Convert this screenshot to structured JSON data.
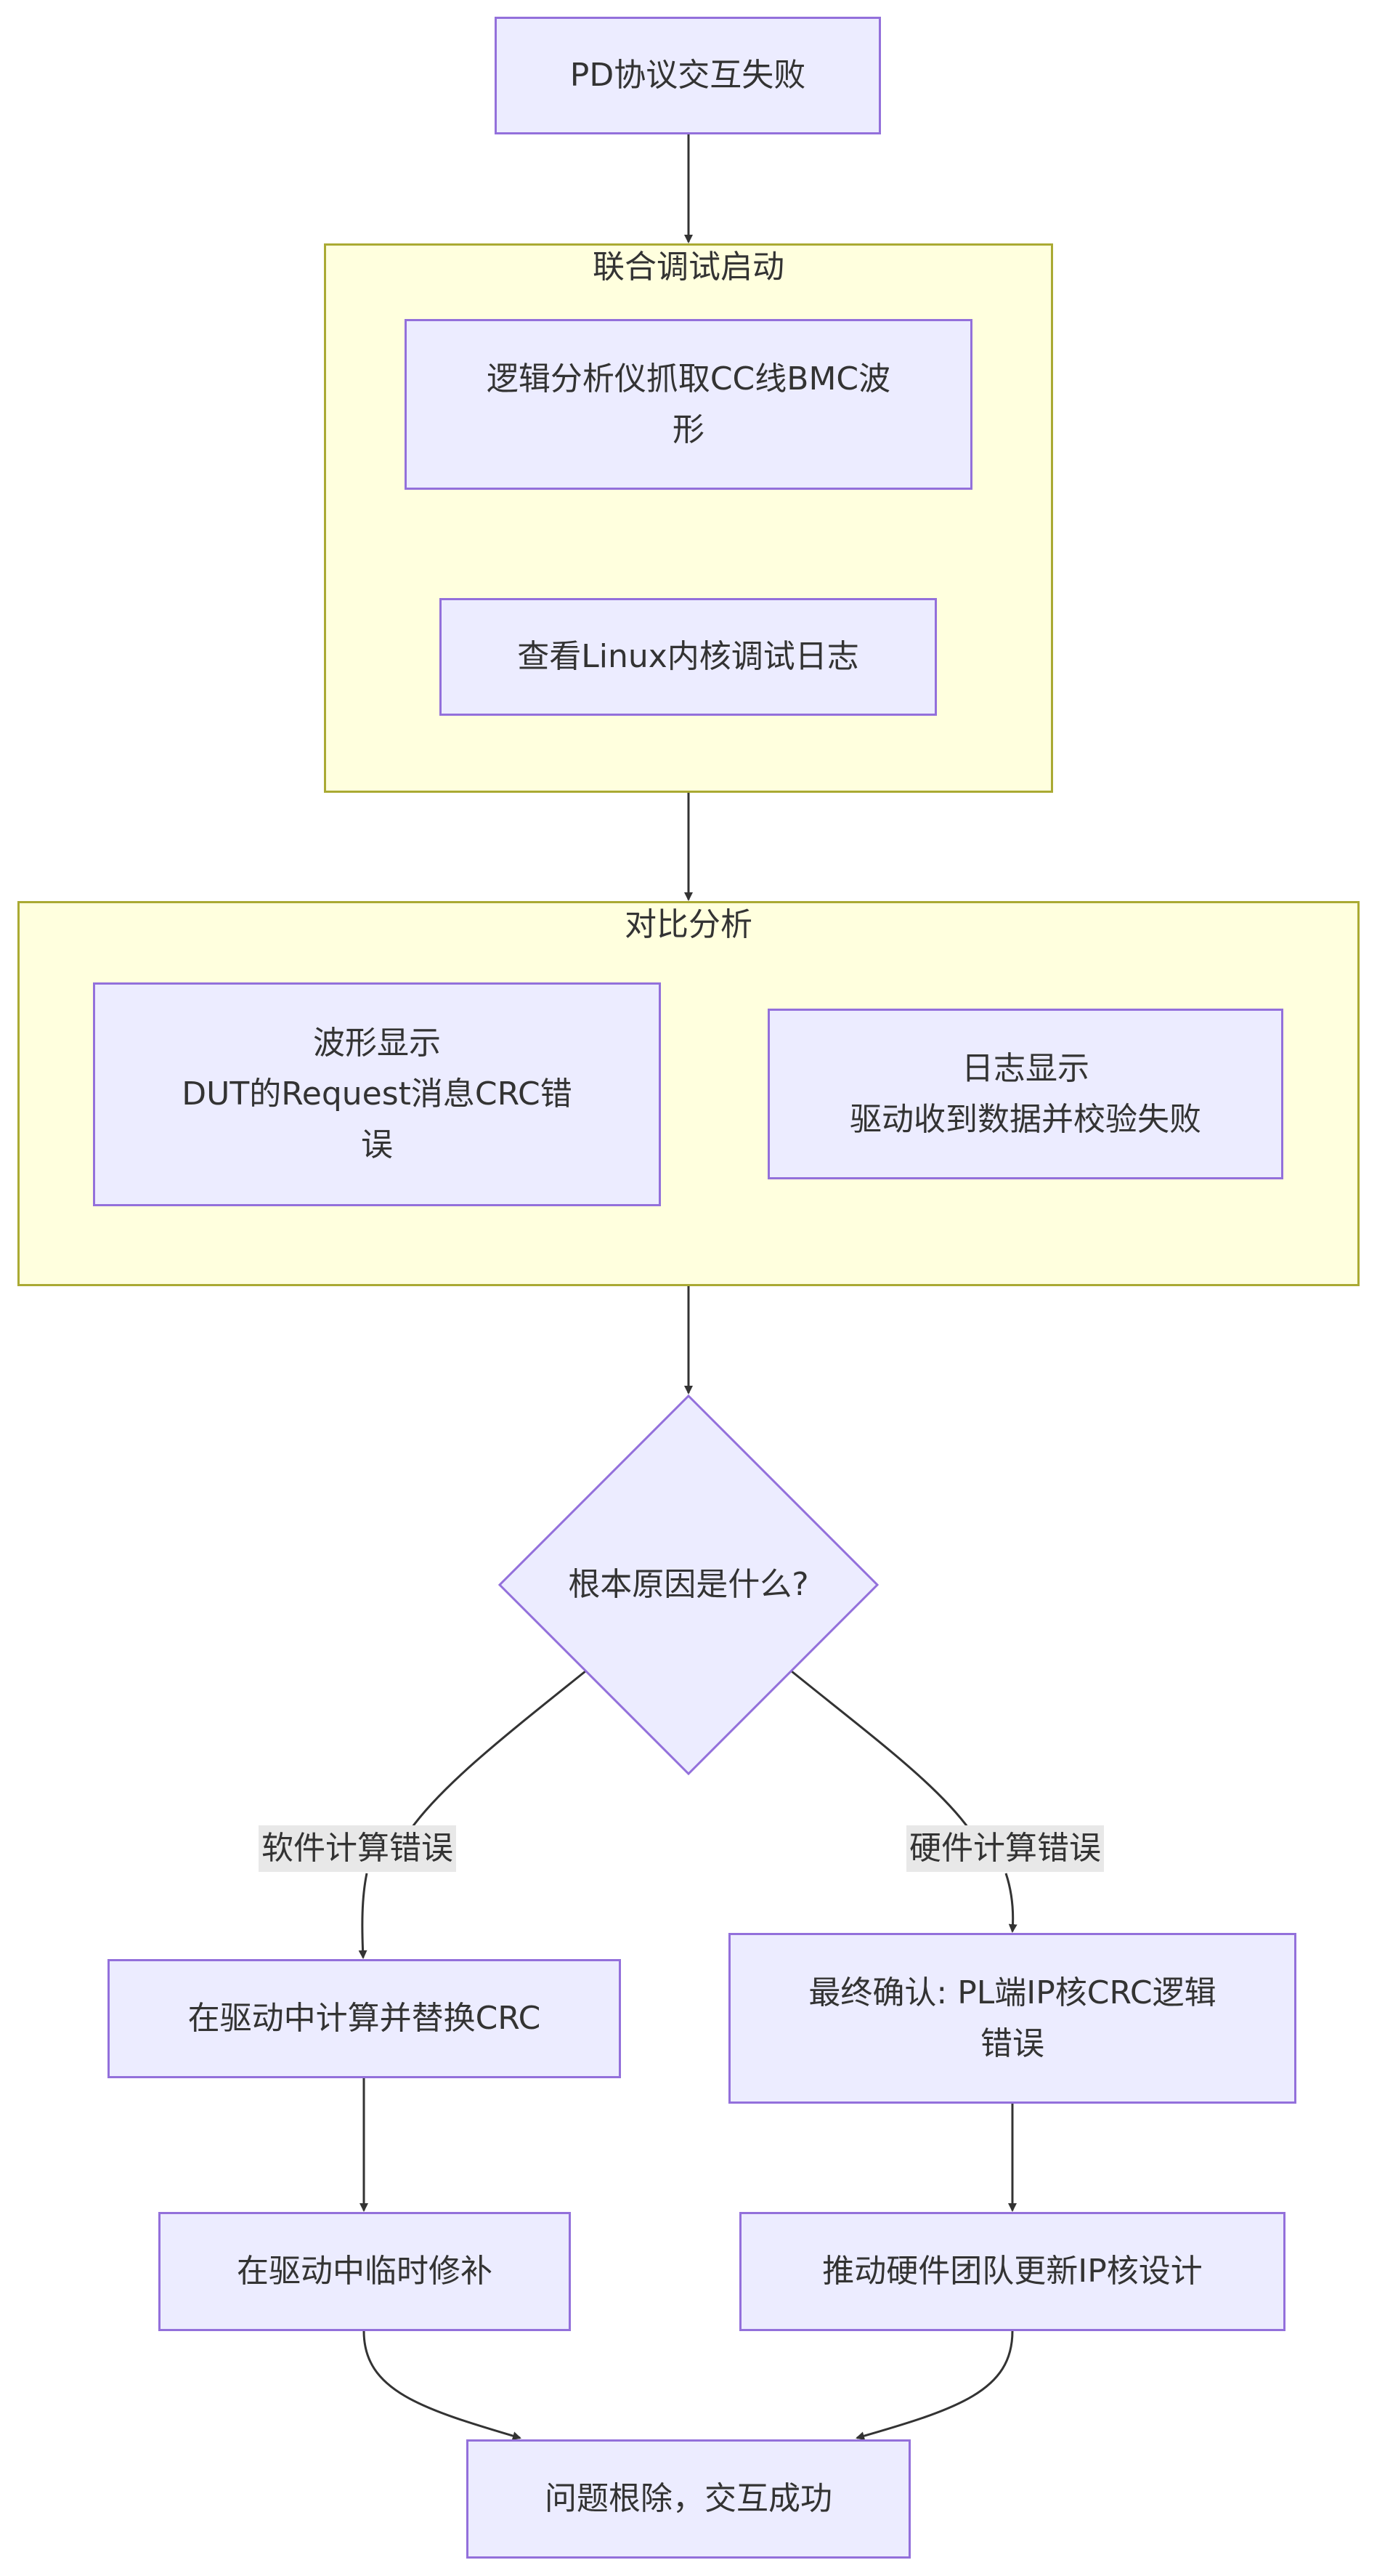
{
  "colors": {
    "node_fill": "#ececff",
    "node_border": "#9370db",
    "cluster_fill": "#ffffde",
    "cluster_border": "#aaaa33",
    "edge": "#333333",
    "text": "#333333",
    "edge_label_bg": "#e8e8e8"
  },
  "nodes": {
    "start": "PD协议交互失败",
    "capture_waveform": "逻辑分析仪抓取CC线BMC波\n形",
    "view_logs": "查看Linux内核调试日志",
    "waveform_result": "波形显示\nDUT的Request消息CRC错\n误",
    "log_result": "日志显示\n驱动收到数据并校验失败",
    "decision": "根本原因是什么?",
    "sw_fix": "在驱动中计算并替换CRC",
    "sw_patch": "在驱动中临时修补",
    "hw_confirm": "最终确认: PL端IP核CRC逻辑\n错误",
    "hw_push": "推动硬件团队更新IP核设计",
    "end": "问题根除，交互成功"
  },
  "clusters": {
    "joint_debug": "联合调试启动",
    "compare": "对比分析"
  },
  "edge_labels": {
    "software": "软件计算错误",
    "hardware": "硬件计算错误"
  }
}
